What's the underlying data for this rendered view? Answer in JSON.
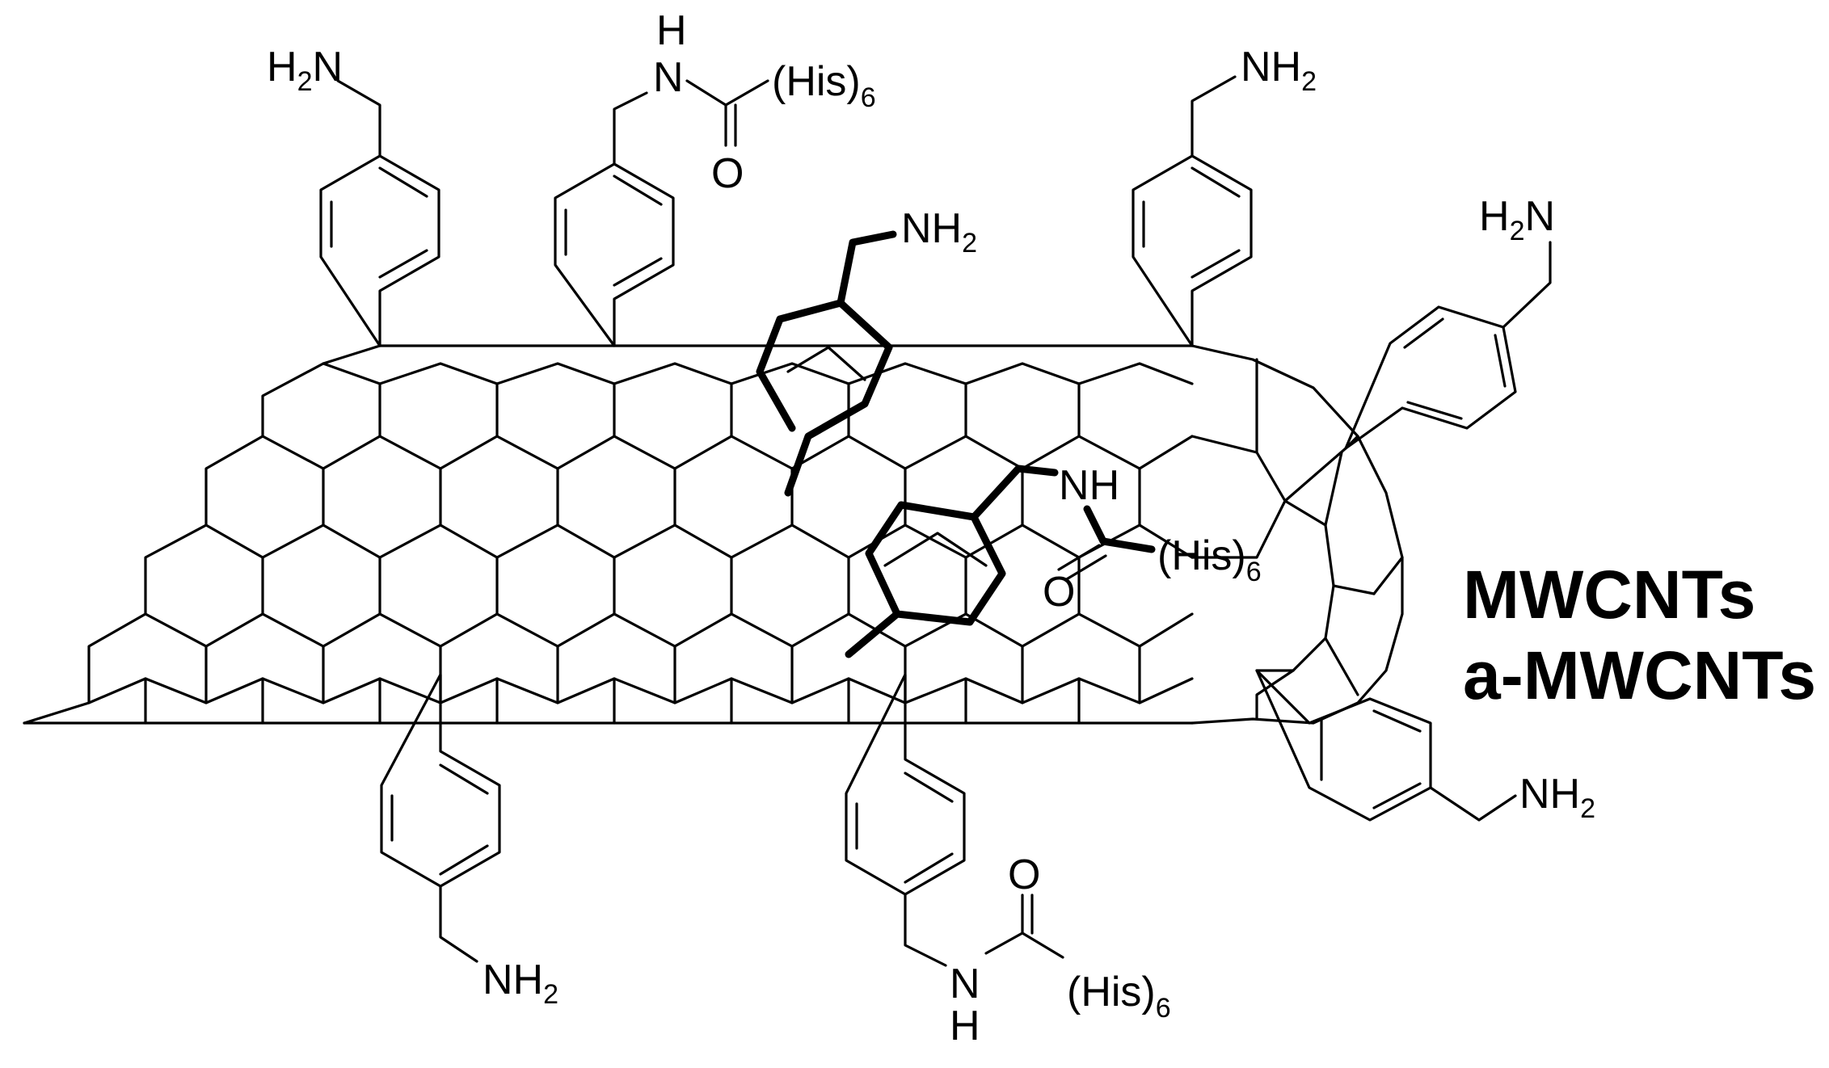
{
  "labels": {
    "nh2": "NH",
    "h2n": "H",
    "two": "2",
    "n_letter": "N",
    "h_letter": "H",
    "o_letter": "O",
    "his_open": "(His)",
    "his_sub": "6"
  },
  "legend": {
    "line1": "MWCNTs",
    "line2": "a-MWCNTs"
  }
}
